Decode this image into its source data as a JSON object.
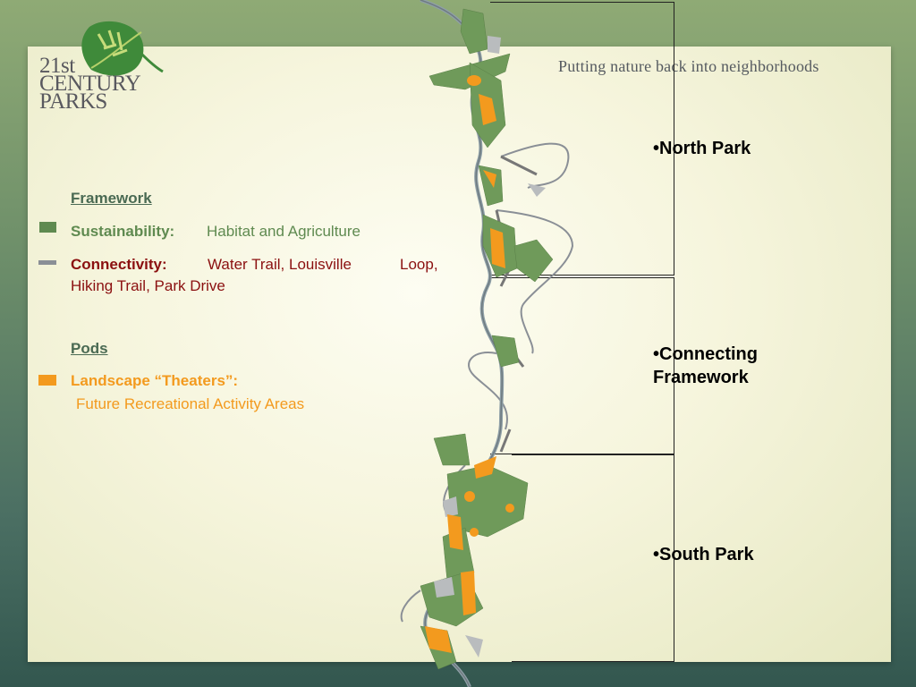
{
  "logo": {
    "line1": "21st",
    "line2": "CENTURY",
    "line3": "PARKS",
    "icon": "leaf-icon"
  },
  "tagline": "Putting nature back into neighborhoods",
  "legend": {
    "framework_heading": "Framework",
    "sustainability_label": "Sustainability:",
    "sustainability_value": "Habitat and Agriculture",
    "connectivity_label": "Connectivity:",
    "connectivity_value_1": "Water Trail, Louisville",
    "connectivity_value_2": "Loop,",
    "connectivity_value_3": "Hiking Trail, Park Drive",
    "pods_heading": "Pods",
    "landscape_label": "Landscape “Theaters”:",
    "landscape_value": "Future Recreational Activity Areas"
  },
  "zones": {
    "north": "•North Park",
    "connecting_1": "•Connecting",
    "connecting_2": "Framework",
    "south": "•South Park"
  },
  "colors": {
    "habitat_green": "#6f9a5a",
    "trail_gray": "#8a8f96",
    "theater_orange": "#f39a1e",
    "connectivity_red": "#8b1010",
    "sustainability_green": "#5f8a50"
  }
}
